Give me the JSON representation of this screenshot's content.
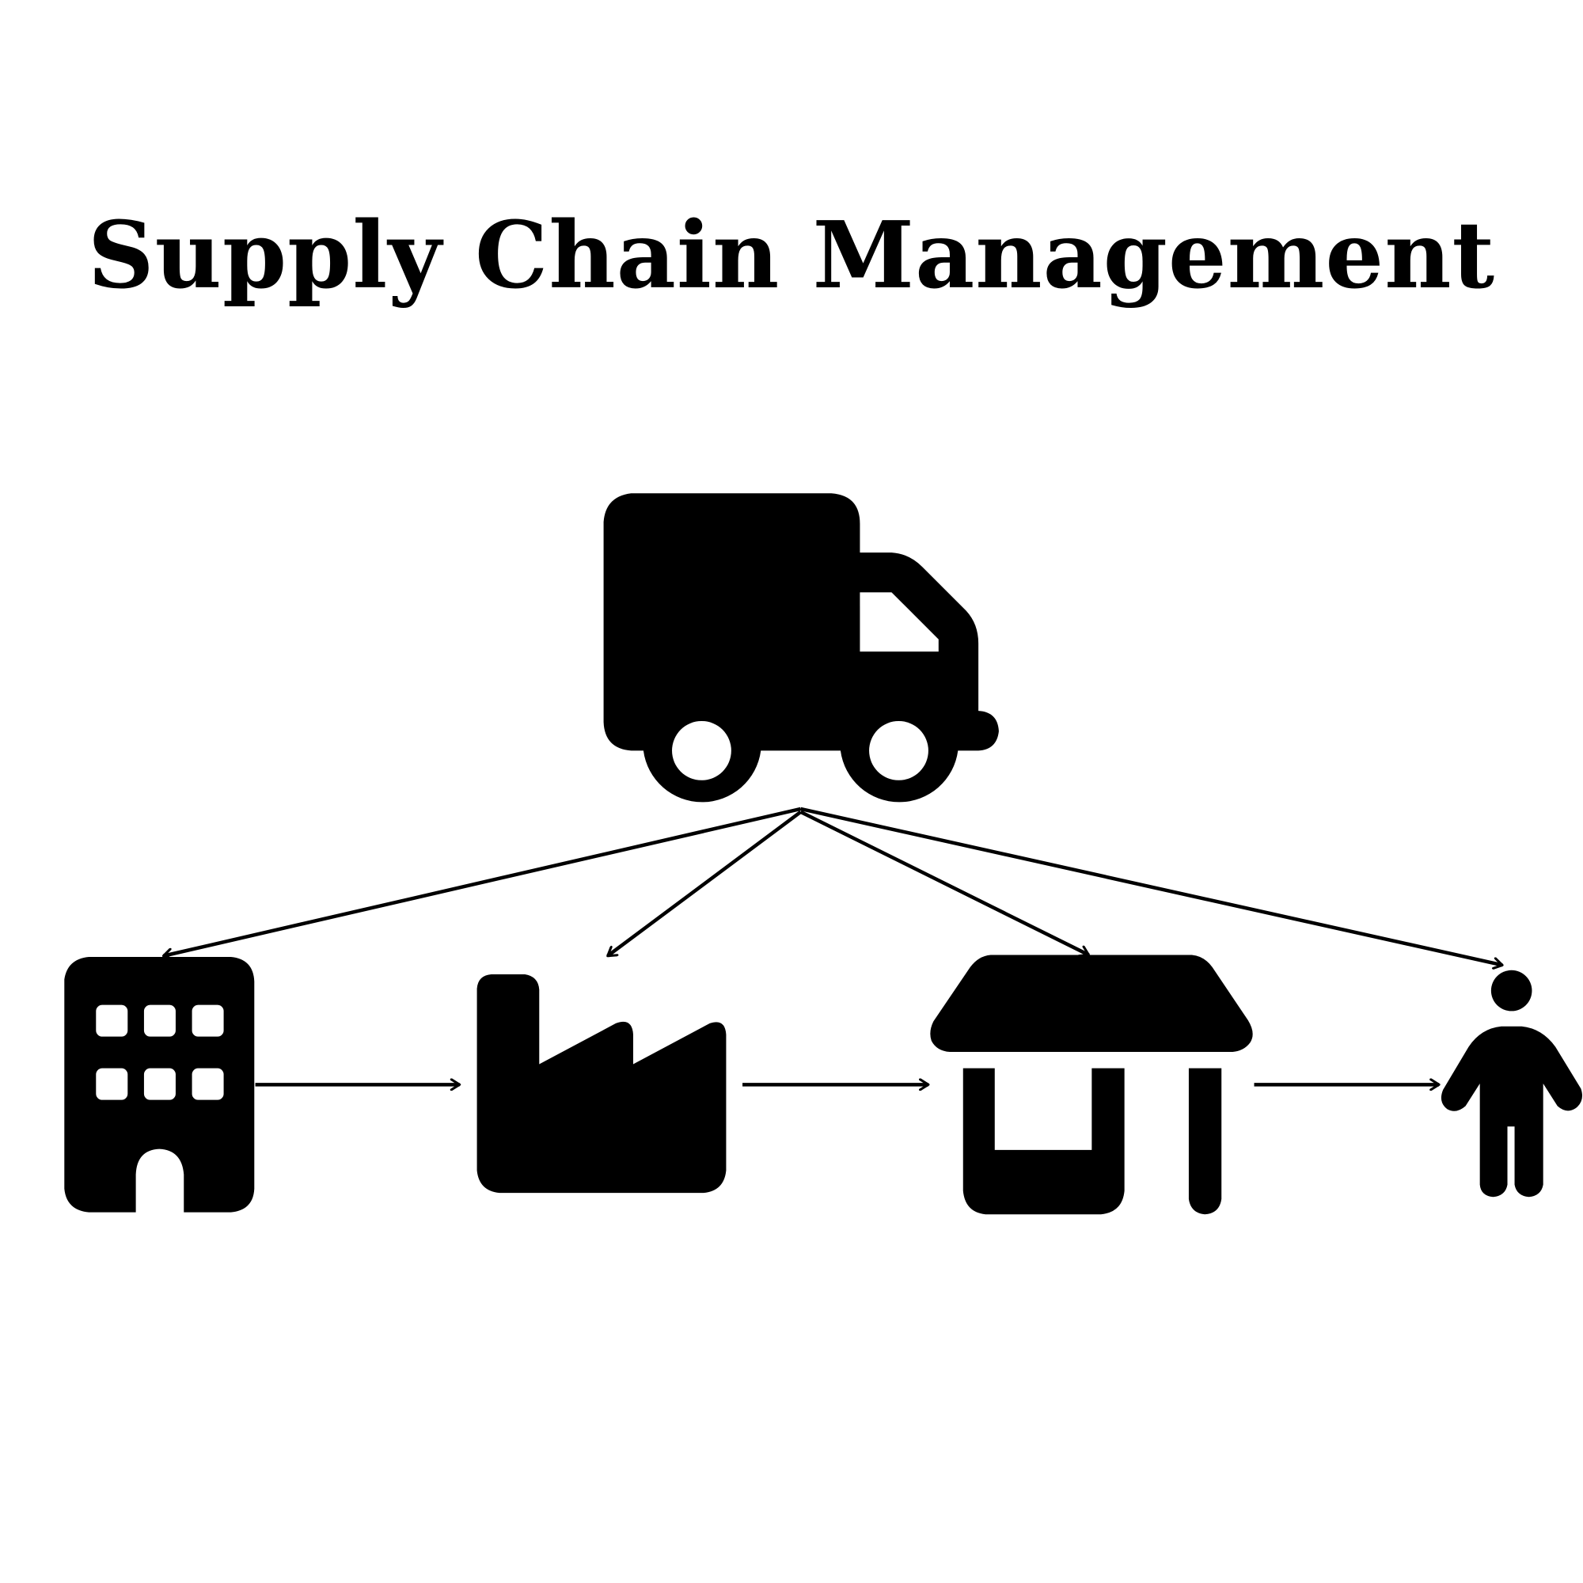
{
  "title": "Supply Chain Management",
  "colors": {
    "foreground": "#000000",
    "background": "#ffffff"
  },
  "nodes": [
    {
      "id": "truck",
      "icon": "truck-icon"
    },
    {
      "id": "supplier",
      "icon": "office-building-icon"
    },
    {
      "id": "manufacturer",
      "icon": "factory-icon"
    },
    {
      "id": "retailer",
      "icon": "store-icon"
    },
    {
      "id": "customer",
      "icon": "person-icon"
    }
  ],
  "edges": [
    [
      "truck",
      "supplier"
    ],
    [
      "truck",
      "manufacturer"
    ],
    [
      "truck",
      "retailer"
    ],
    [
      "truck",
      "customer"
    ],
    [
      "supplier",
      "manufacturer"
    ],
    [
      "manufacturer",
      "retailer"
    ],
    [
      "retailer",
      "customer"
    ]
  ]
}
